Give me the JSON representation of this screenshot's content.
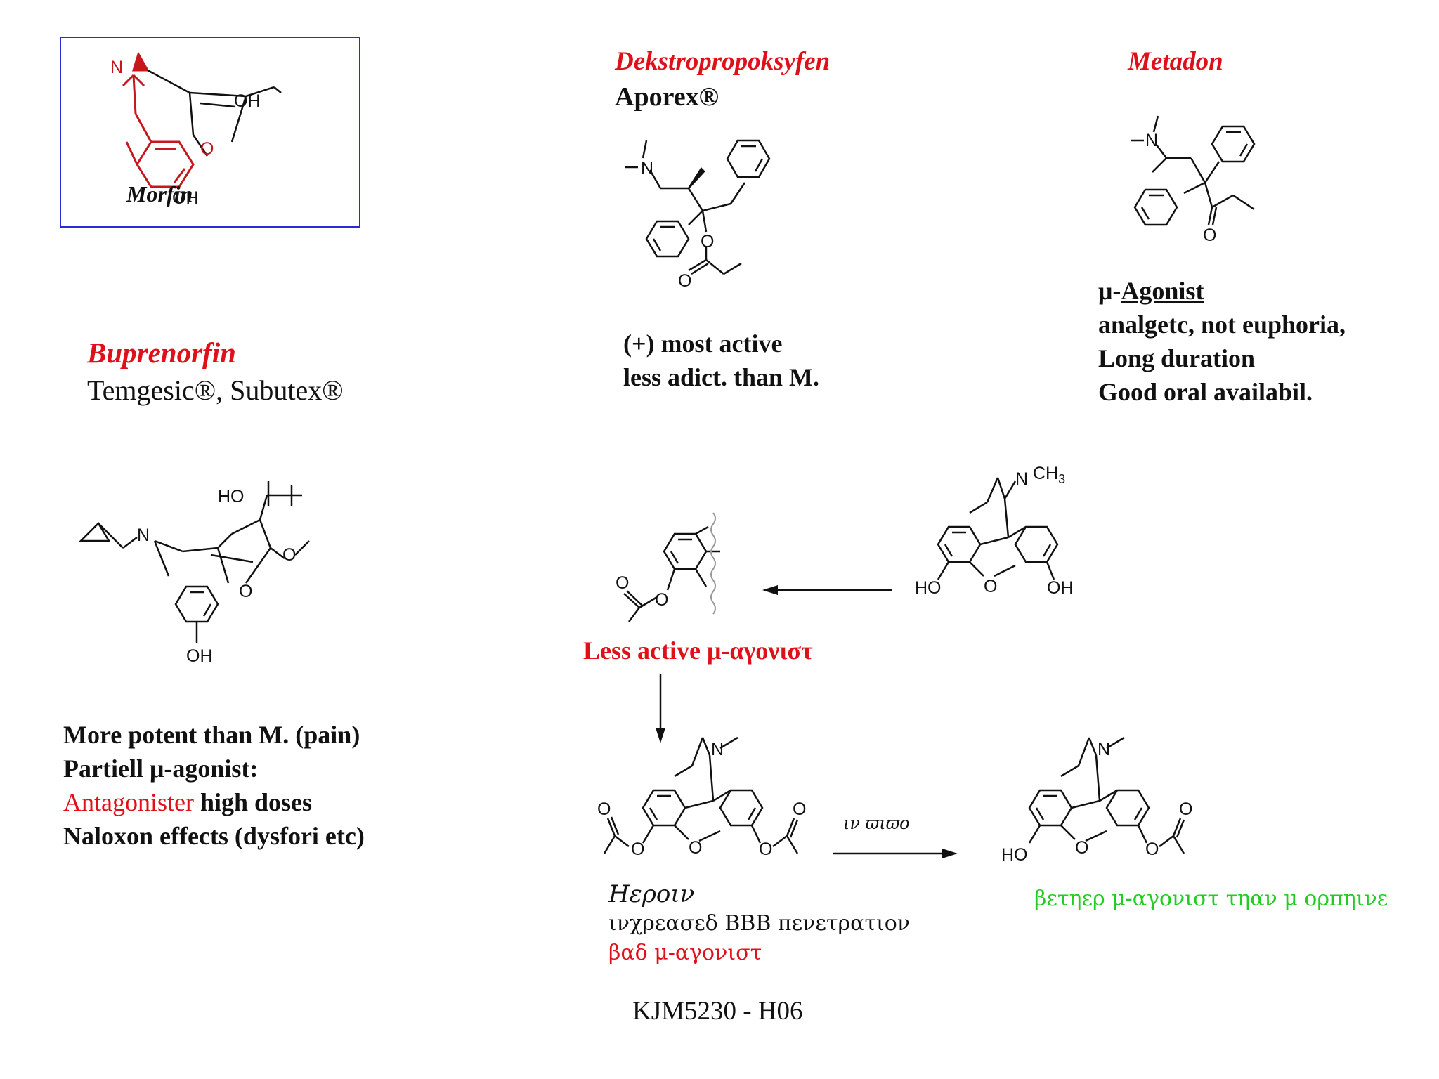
{
  "morfin": {
    "caption": "Morfin",
    "atoms": {
      "n": "N",
      "o": "O",
      "oh_top": "OH",
      "oh_bottom": "OH"
    }
  },
  "dekstro": {
    "title": "Dekstropropoksyfen",
    "brand": "Aporex®",
    "notes": [
      "(+) most active",
      "less adict. than M."
    ],
    "atoms": {
      "n": "N",
      "o_ester": "O",
      "o_carbonyl": "O"
    }
  },
  "metadon": {
    "title": "Metadon",
    "notes": {
      "mu": "μ-",
      "agonist": "Agonist",
      "line2": "analgetc, not euphoria,",
      "line3": "Long duration",
      "line4": "Good oral availabil."
    },
    "atoms": {
      "n": "N",
      "o": "O"
    }
  },
  "buprenorfin": {
    "title": "Buprenorfin",
    "brands": "Temgesic®, Subutex®",
    "atoms": {
      "n": "N",
      "ho": "HO",
      "o_ring": "O",
      "o_methoxy": "O",
      "oh": "OH"
    },
    "notes": {
      "line1": "More potent than M. (pain)",
      "line2": "Partiell μ-agonist:",
      "line3_red": "Antagonister",
      "line3_rest": " high doses",
      "line4": "Naloxon effects (dysfori etc)"
    }
  },
  "fragment": {
    "label": "Less active μ-αγονιστ",
    "atoms": {
      "o_carbonyl": "O",
      "o_ester": "O"
    }
  },
  "morphine_right": {
    "atoms": {
      "n": "N",
      "ch3": "CH",
      "ch3_sub": "3",
      "ho": "HO",
      "o": "O",
      "oh": "OH"
    }
  },
  "heroin": {
    "name": "Ηερoιν",
    "line2": "ινχρεασεδ BBB πενετρατιον",
    "line3": "βαδ μ-αγονιστ",
    "atoms": {
      "n": "N",
      "o_left_c": "O",
      "o_left_e": "O",
      "o_bridge": "O",
      "o_right_e": "O",
      "o_right_c": "O"
    }
  },
  "arrow_label": "ιν ϖιϖo",
  "monoacetyl": {
    "label": "βετηερ μ-αγονιστ τηαν μ oρπηινε",
    "atoms": {
      "n": "N",
      "ho": "HO",
      "o_bridge": "O",
      "o_e": "O",
      "o_c": "O"
    }
  },
  "footer": "KJM5230 - H06",
  "colors": {
    "red": "#e0101a",
    "green": "#22cc22",
    "box": "#2b2bd6"
  }
}
